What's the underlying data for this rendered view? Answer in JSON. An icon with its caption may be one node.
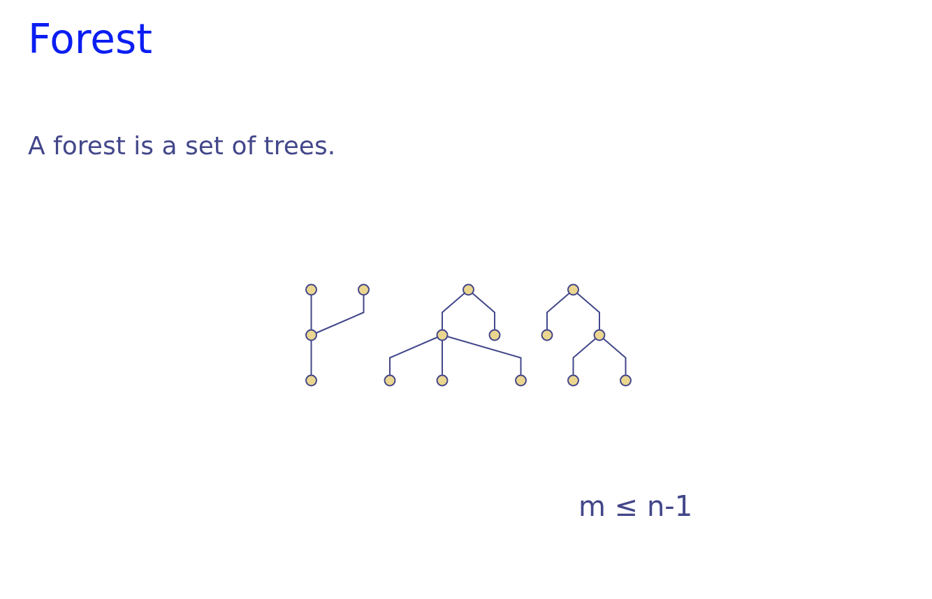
{
  "diagram": {
    "title": "Forest",
    "nodes": [
      {
        "text": [],
        "shape": "circle"
      },
      {
        "text": [],
        "shape": "circle"
      },
      {
        "text": [],
        "shape": "circle"
      },
      {
        "text": [],
        "shape": "circle"
      },
      {
        "text": [],
        "shape": "circle"
      },
      {
        "text": [],
        "shape": "circle"
      },
      {
        "text": [],
        "shape": "circle"
      },
      {
        "text": [],
        "shape": "circle"
      },
      {
        "text": [],
        "shape": "circle"
      },
      {
        "text": [],
        "shape": "circle"
      },
      {
        "text": [],
        "shape": "circle"
      },
      {
        "text": [],
        "shape": "circle"
      },
      {
        "text": [],
        "shape": "circle"
      },
      {
        "text": [],
        "shape": "circle"
      },
      {
        "text": [],
        "shape": "circle"
      }
    ],
    "edges": [
      {
        "from": 0,
        "to": 2,
        "arrow": "none"
      },
      {
        "from": 1,
        "to": 2,
        "arrow": "none"
      },
      {
        "from": 2,
        "to": 3,
        "arrow": "none"
      },
      {
        "from": 4,
        "to": 5,
        "arrow": "none"
      },
      {
        "from": 4,
        "to": 6,
        "arrow": "none"
      },
      {
        "from": 5,
        "to": 9,
        "arrow": "none"
      },
      {
        "from": 5,
        "to": 8,
        "arrow": "none"
      },
      {
        "from": 5,
        "to": 7,
        "arrow": "none"
      },
      {
        "from": 10,
        "to": 11,
        "arrow": "none"
      },
      {
        "from": 10,
        "to": 12,
        "arrow": "none"
      },
      {
        "from": 12,
        "to": 13,
        "arrow": "none"
      },
      {
        "from": 12,
        "to": 14,
        "arrow": "none"
      }
    ],
    "labels": [
      "A forest is a set of trees.",
      "m ≤ n-1"
    ]
  }
}
